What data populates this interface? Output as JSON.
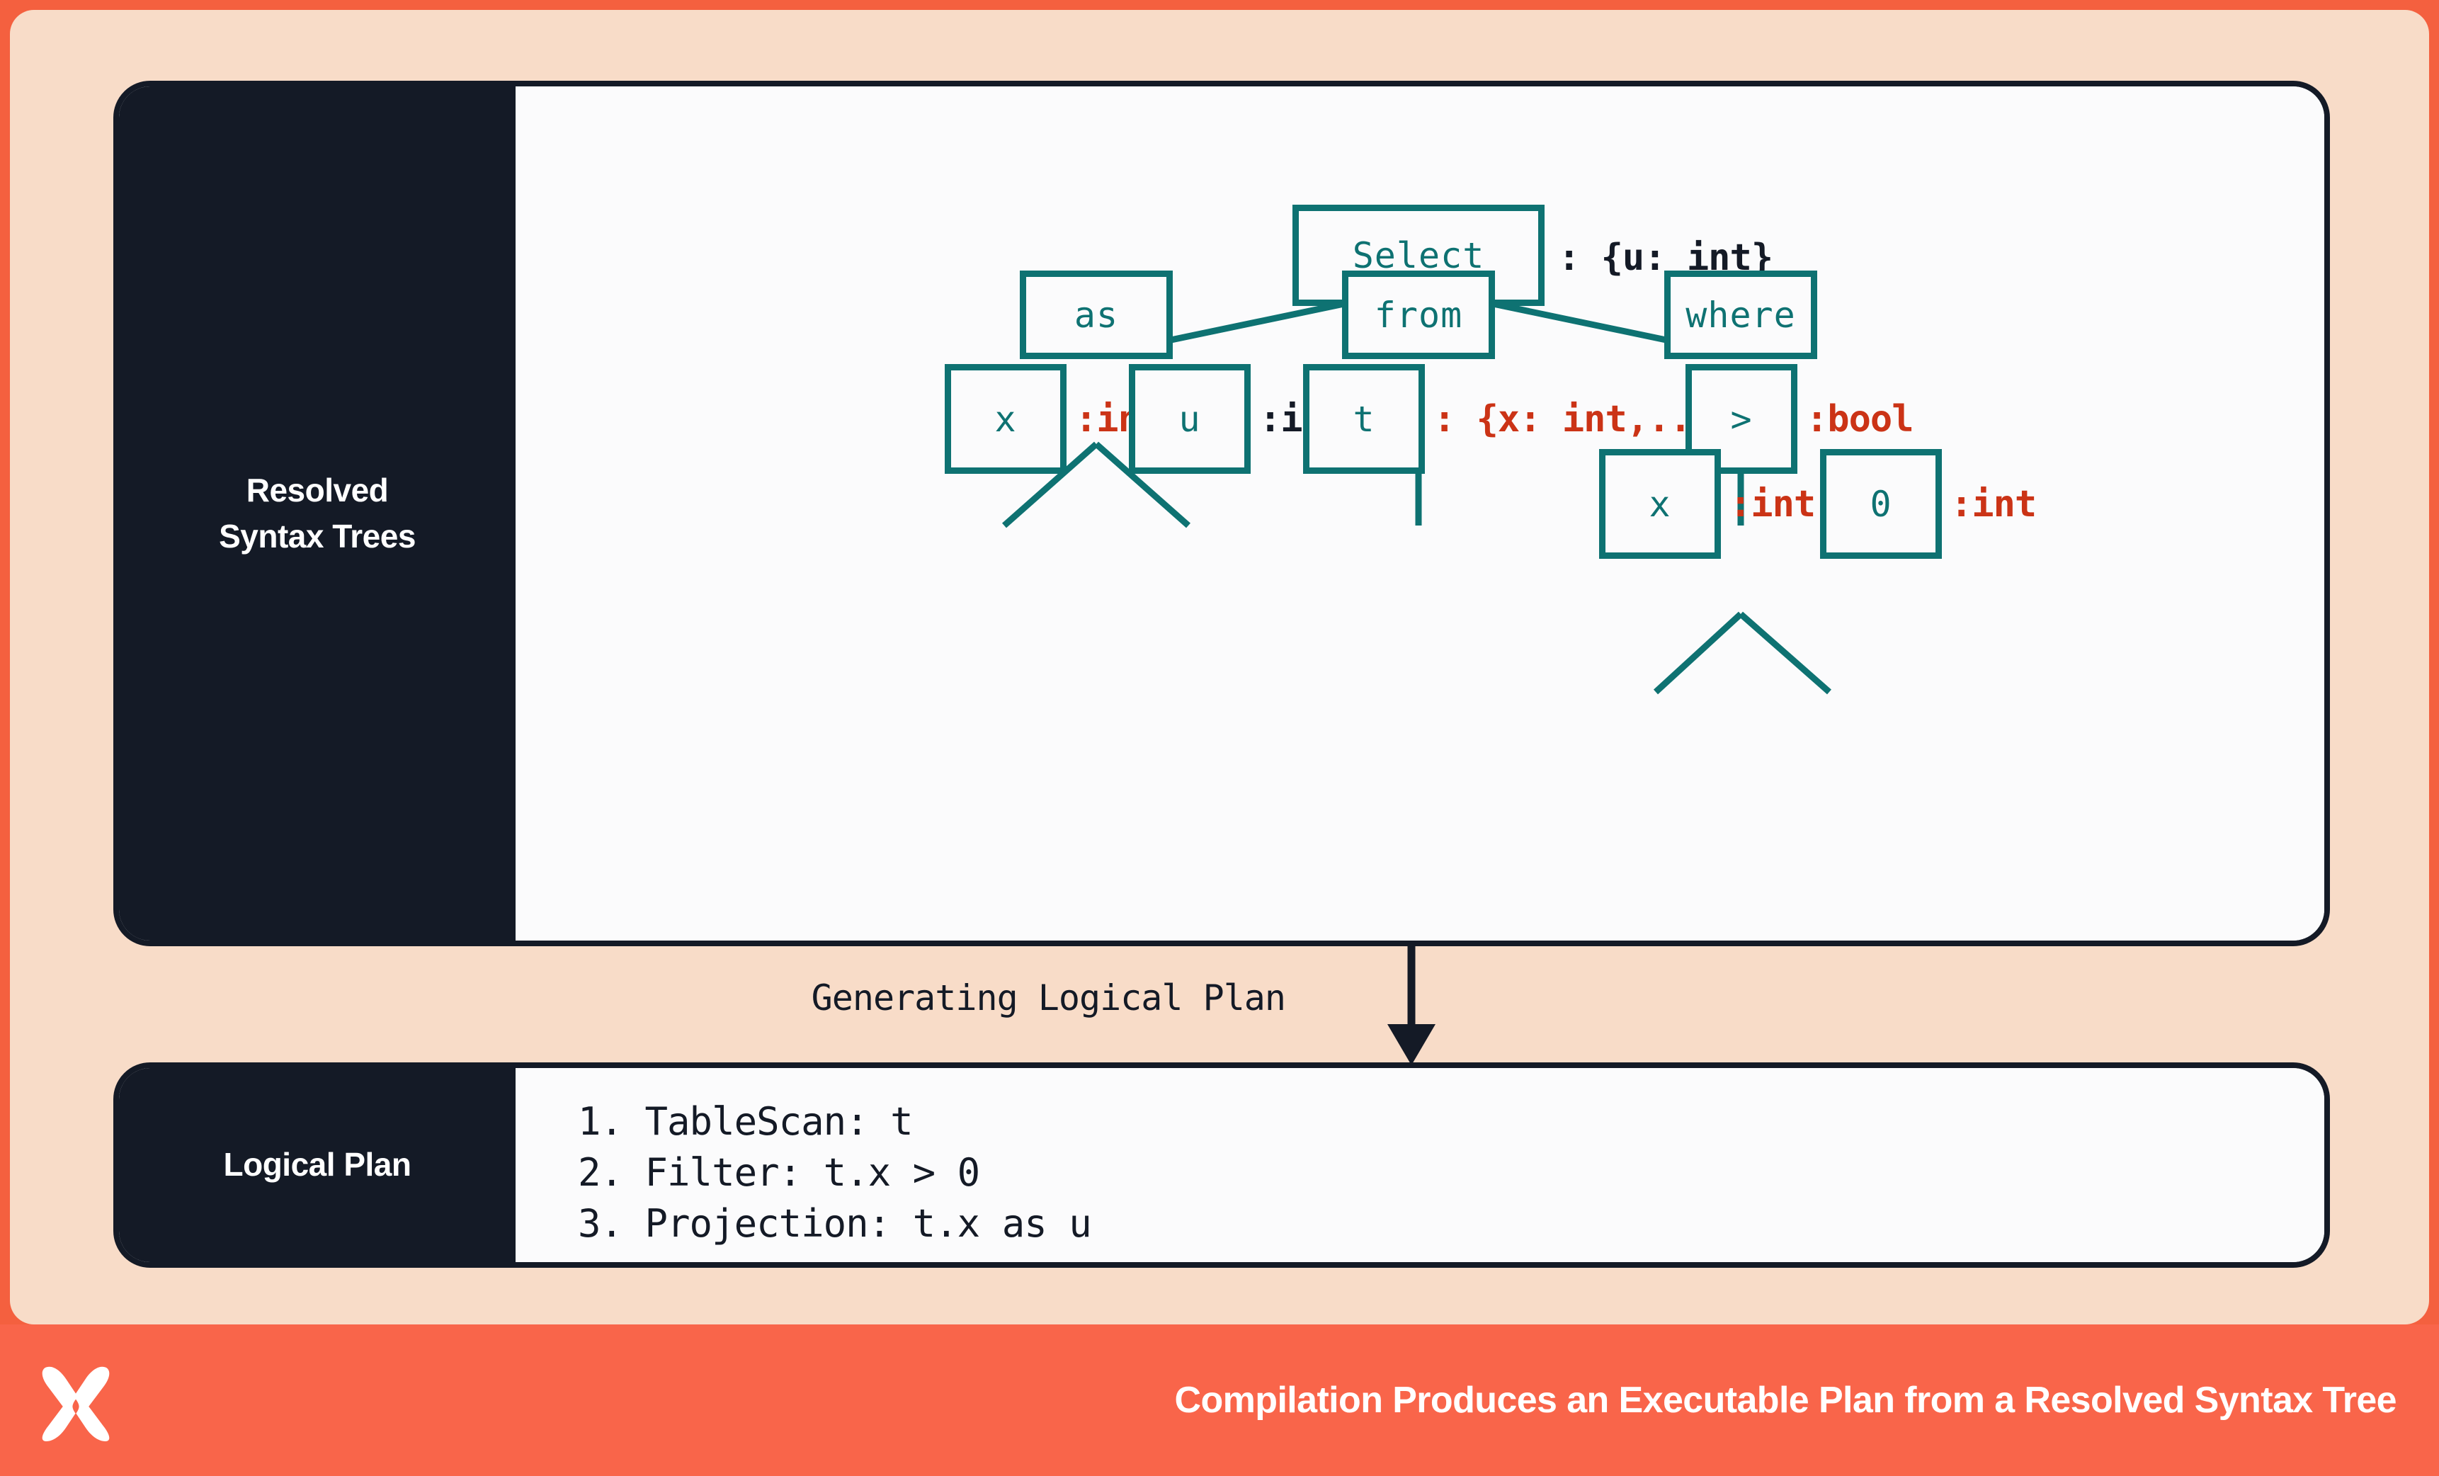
{
  "theme": {
    "frame_orange": "#F4603F",
    "canvas_peach": "#F8DCC8",
    "panel_dark": "#141A26",
    "panel_white": "#FBFBFC",
    "node_teal": "#0E7272",
    "annotation_red": "#CB3316",
    "footer_orange": "#F9654A"
  },
  "rst_card": {
    "sidebar_label": "Resolved\nSyntax Trees",
    "sidebar_label_line1": "Resolved",
    "sidebar_label_line2": "Syntax Trees"
  },
  "tree": {
    "nodes": [
      {
        "id": "select",
        "label": "Select",
        "annotation": ": {u: int}",
        "annotation_color": "dark"
      },
      {
        "id": "as",
        "label": "as",
        "annotation": "",
        "annotation_color": ""
      },
      {
        "id": "from",
        "label": "from",
        "annotation": "",
        "annotation_color": ""
      },
      {
        "id": "where",
        "label": "where",
        "annotation": "",
        "annotation_color": ""
      },
      {
        "id": "as-x",
        "label": "x",
        "annotation": ":int",
        "annotation_color": "red"
      },
      {
        "id": "as-u",
        "label": "u",
        "annotation": ":int",
        "annotation_color": "dark"
      },
      {
        "id": "from-t",
        "label": "t",
        "annotation": ": {x: int,...}",
        "annotation_color": "red"
      },
      {
        "id": "gt",
        "label": ">",
        "annotation": ":bool",
        "annotation_color": "red"
      },
      {
        "id": "gt-x",
        "label": "x",
        "annotation": ":int",
        "annotation_color": "red"
      },
      {
        "id": "gt-0",
        "label": "0",
        "annotation": ":int",
        "annotation_color": "red"
      }
    ],
    "edges": [
      [
        "select",
        "as"
      ],
      [
        "select",
        "from"
      ],
      [
        "select",
        "where"
      ],
      [
        "as",
        "as-x"
      ],
      [
        "as",
        "as-u"
      ],
      [
        "from",
        "from-t"
      ],
      [
        "where",
        "gt"
      ],
      [
        "gt",
        "gt-x"
      ],
      [
        "gt",
        "gt-0"
      ]
    ]
  },
  "transition": {
    "label": "Generating Logical Plan"
  },
  "lp_card": {
    "sidebar_label": "Logical Plan",
    "steps": [
      "1. TableScan: t",
      "2. Filter: t.x > 0",
      "3. Projection: t.x as u"
    ]
  },
  "footer": {
    "logo_name": "x-logo",
    "caption": "Compilation Produces an Executable Plan from a Resolved Syntax Tree"
  }
}
